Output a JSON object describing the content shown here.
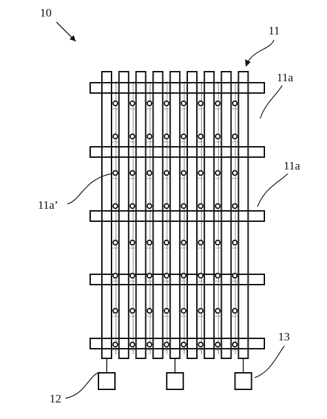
{
  "labels": {
    "device": "10",
    "array": "11",
    "electrode_top": "11a",
    "electrode_mid": "11a",
    "contact": "11a’",
    "pad_left": "12",
    "pad_right": "13"
  },
  "structure": {
    "vertical_strip_count": 9,
    "horizontal_bar_count": 5,
    "contact_rows": 8,
    "contact_columns": 8,
    "pad_count": 3
  }
}
